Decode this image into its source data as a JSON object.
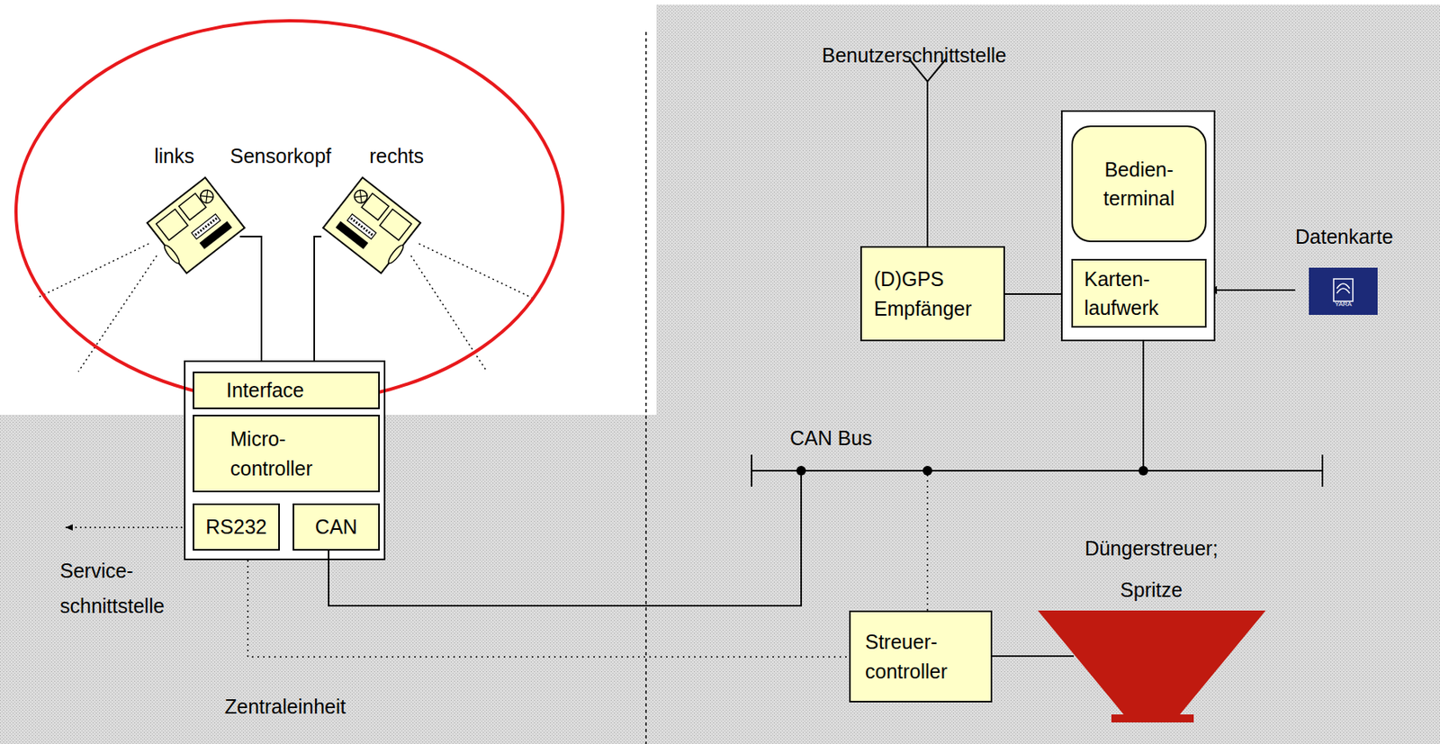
{
  "diagram": {
    "nodes": [
      {
        "text": []
      },
      {
        "text": [
          "Interface"
        ],
        "in": 0
      },
      {
        "text": [
          "Micro- controller"
        ],
        "in": 0
      },
      {
        "text": [
          "RS232"
        ],
        "in": 0
      },
      {
        "text": [
          "CAN"
        ],
        "in": 0
      },
      {
        "text": [
          "(D)GPS Empfänger"
        ]
      },
      {
        "text": []
      },
      {
        "text": [
          "Bedien- terminal"
        ],
        "in": 6
      },
      {
        "text": [
          "Karten- laufwerk"
        ],
        "in": 6
      },
      {
        "text": [
          "Datenkarte"
        ]
      },
      {
        "text": [
          "Streuer- controller"
        ]
      },
      {
        "text": [
          "Düngerstreuer; Spritze"
        ]
      }
    ],
    "edges": [
      {
        "from": 0,
        "to": 10,
        "arrow": "none"
      },
      {
        "from": 4,
        "to": 6,
        "arrow": "none"
      },
      {
        "from": 10,
        "to": 6,
        "arrow": "none"
      },
      {
        "from": 5,
        "to": 8,
        "arrow": "none"
      },
      {
        "from": 9,
        "to": 8,
        "arrow": "to"
      },
      {
        "from": 10,
        "to": 11,
        "arrow": "none"
      }
    ],
    "labels": [
      "links",
      "Sensorkopf",
      "rechts",
      "Benutzerschnittstelle",
      "CAN Bus",
      "Service- schnittstelle",
      "Zentraleinheit",
      "YARA"
    ]
  }
}
